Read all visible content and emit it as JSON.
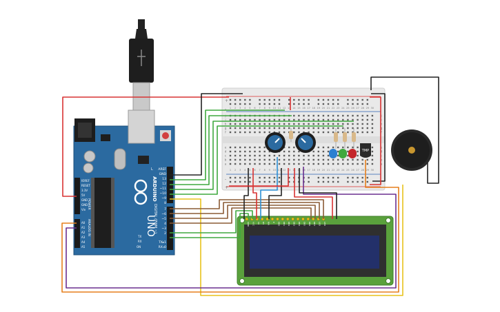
{
  "arduino": {
    "brand": "ARDUINO",
    "model": "UNO",
    "pins": {
      "aref": "AREF",
      "gnd": "GND",
      "d13": "13",
      "d12": "12",
      "d11": "~11",
      "d10": "~10",
      "d9": "~9",
      "d8": "8",
      "d7": "7",
      "d6": "~6",
      "d5": "~5",
      "d4": "4",
      "d3": "~3",
      "d2": "2",
      "tx": "TX▸1",
      "rx": "RX◃0",
      "ioref": "IOREF",
      "reset": "RESET",
      "v33": "3.3V",
      "v5": "5V",
      "gnd1": "GND",
      "gnd2": "GND",
      "vin": "Vin",
      "a0": "A0",
      "a1": "A1",
      "a2": "A2",
      "a3": "A3",
      "a4": "A4",
      "a5": "A5"
    },
    "side_labels": {
      "digital": "DIGITAL (PWM ~)",
      "power": "POWER",
      "analog": "ANALOG IN"
    },
    "small_labels": {
      "led_l": "L",
      "tx": "TX",
      "rx": "RX",
      "on": "ON"
    }
  },
  "breadboard": {
    "column_numbers": [
      "1",
      "2",
      "3",
      "4",
      "5",
      "6",
      "7",
      "8",
      "9",
      "10",
      "11",
      "12",
      "13",
      "14",
      "15",
      "16",
      "17",
      "18",
      "19",
      "20",
      "21",
      "22",
      "23",
      "24",
      "25",
      "26",
      "27",
      "28",
      "29",
      "30"
    ],
    "row_letters": [
      "j",
      "i",
      "h",
      "g",
      "f",
      "e",
      "d",
      "c",
      "b",
      "a"
    ],
    "rail_plus": "+",
    "rail_minus": "-"
  },
  "sensor": {
    "label": "TMP"
  },
  "lcd": {
    "pin_labels": [
      "GND",
      "VCC",
      "V0",
      "RS",
      "RW",
      "E",
      "DB0",
      "DB1",
      "DB2",
      "DB3",
      "DB4",
      "DB5",
      "DB6",
      "DB7",
      "LED",
      "LED"
    ]
  },
  "colors": {
    "board": "#2b6aa0",
    "breadboard": "#e9e9e9",
    "lcd_pcb": "#5aa13c",
    "lcd_screen": "#23306a",
    "wire_red": "#d83232",
    "wire_black": "#222222",
    "wire_green": "#3ea83e",
    "wire_orange": "#e57f1c",
    "wire_purple": "#6a2f8f",
    "wire_yellow": "#e8c21c",
    "wire_brown": "#8a5a34",
    "wire_blue": "#2b8fd4"
  }
}
